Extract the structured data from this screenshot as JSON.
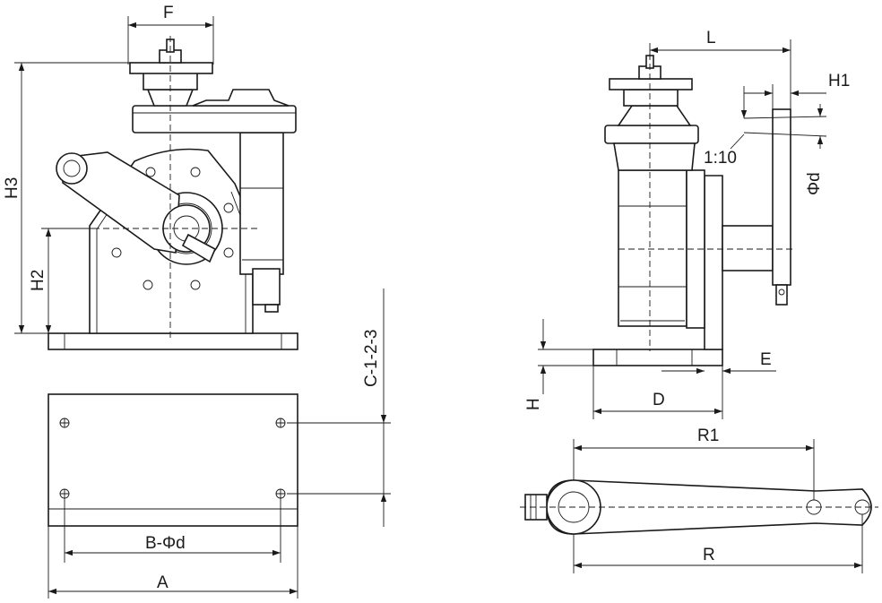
{
  "labels": {
    "F": "F",
    "H3": "H3",
    "H2": "H2",
    "C": "C-1-2-3",
    "B": "B-Φd",
    "A": "A",
    "L": "L",
    "H1": "H1",
    "taper": "1:10",
    "phid": "Φd",
    "E": "E",
    "H": "H",
    "D": "D",
    "R1": "R1",
    "R": "R"
  }
}
